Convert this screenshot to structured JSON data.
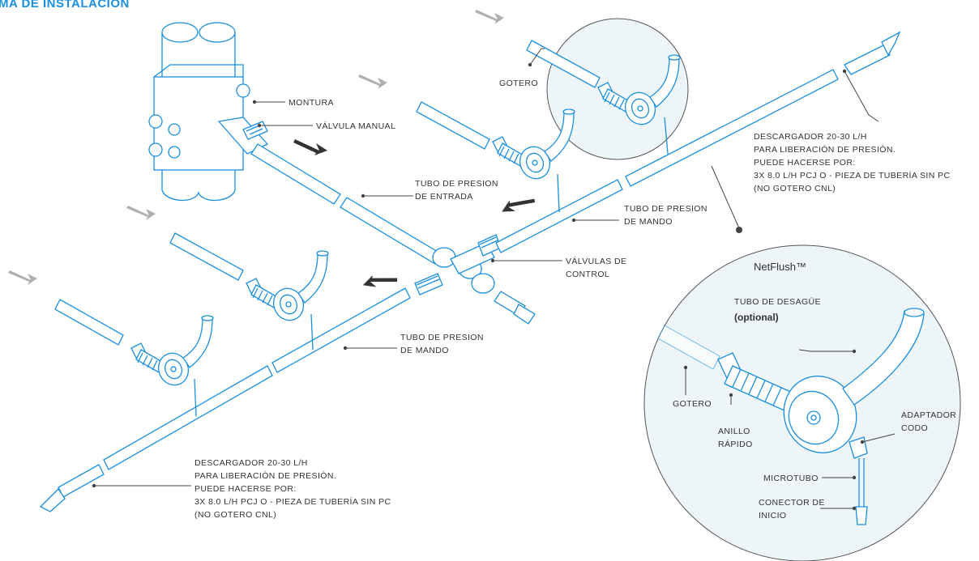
{
  "title": "MA DE INSTALACIÓN",
  "labels": {
    "montura": "MONTURA",
    "valvula_manual": "VÁLVULA MANUAL",
    "gotero_top": "GOTERO",
    "tubo_entrada_1": "TUBO DE PRESION",
    "tubo_entrada_2": "DE ENTRADA",
    "tubo_mando_upper_1": "TUBO DE PRESION",
    "tubo_mando_upper_2": "DE MANDO",
    "valvulas_control_1": "VÁLVULAS DE",
    "valvulas_control_2": "CONTROL",
    "tubo_mando_lower_1": "TUBO DE PRESION",
    "tubo_mando_lower_2": "DE MANDO",
    "descargador_right": [
      "DESCARGADOR 20-30 L/H",
      "PARA LIBERACIÓN DE PRESIÓN.",
      "PUEDE HACERSE POR:",
      "3X 8.0 L/H PCJ O - PIEZA DE TUBERÍA SIN PC",
      "(NO GOTERO CNL)"
    ],
    "descargador_left": [
      "DESCARGADOR 20-30 L/H",
      "PARA LIBERACIÓN DE PRESIÓN.",
      "PUEDE HACERSE POR:",
      "3X 8.0 L/H PCJ O - PIEZA DE TUBERÍA SIN PC",
      "(NO GOTERO CNL)"
    ]
  },
  "inset": {
    "title": "NetFlush™",
    "tubo_desague": "TUBO DE DESAGÜE",
    "optional": "(optional)",
    "gotero": "GOTERO",
    "anillo_1": "ANILLO",
    "anillo_2": "RÁPIDO",
    "adaptador_1": "ADAPTADOR",
    "adaptador_2": "CODO",
    "microtubo": "MICROTUBO",
    "conector_1": "CONECTOR DE",
    "conector_2": "INICIO"
  },
  "colors": {
    "line": "#1a8fe0",
    "title": "#1a8fe0",
    "text": "#333333",
    "arrow_gray": "#b0b0b0",
    "arrow_dark": "#333333",
    "inset_fill": "#eef5f9"
  }
}
